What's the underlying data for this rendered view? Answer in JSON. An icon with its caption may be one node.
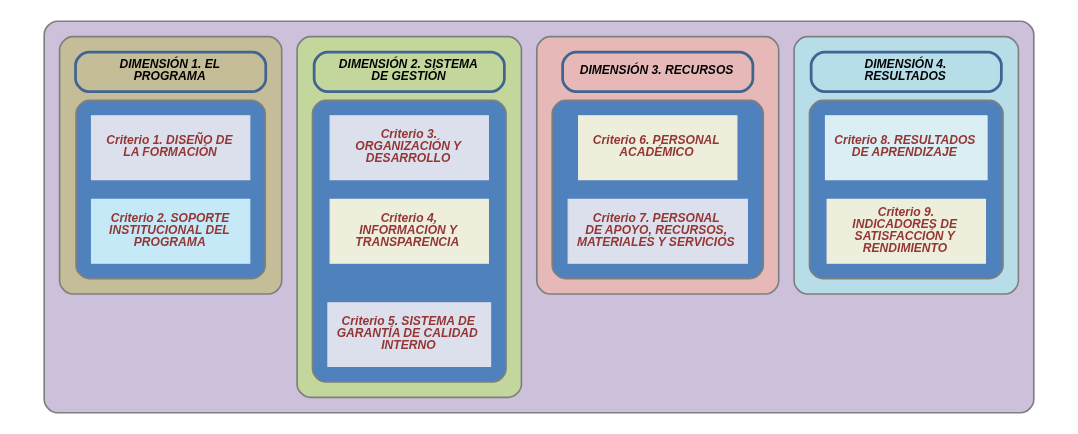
{
  "diagram": {
    "nodes": [
      {
        "text": [],
        "shape": "box"
      },
      {
        "text": [],
        "shape": "box",
        "in": 0
      },
      {
        "text": [
          "DIMENSIÓN 1. EL PROGRAMA"
        ],
        "in": 1
      },
      {
        "text": [],
        "shape": "box",
        "in": 1
      },
      {
        "text": [
          "Criterio 1. DISEÑO DE LA FORMACIÓN"
        ],
        "in": 3
      },
      {
        "text": [
          "Criterio 2. SOPORTE INSTITUCIONAL DEL PROGRAMA"
        ],
        "in": 3
      },
      {
        "text": [],
        "shape": "box",
        "in": 0
      },
      {
        "text": [
          "DIMENSIÓN 2. SISTEMA DE GESTIÓN"
        ],
        "in": 6
      },
      {
        "text": [],
        "shape": "box",
        "in": 6
      },
      {
        "text": [
          "Criterio 3. ORGANIZACIÓN Y DESARROLLO"
        ],
        "in": 8
      },
      {
        "text": [
          "Criterio 4. INFORMACIÓN Y TRANSPARENCIA"
        ],
        "in": 8
      },
      {
        "text": [
          "Criterio 5. SISTEMA DE GARANTÍA DE CALIDAD INTERNO"
        ],
        "in": 8
      },
      {
        "text": [],
        "shape": "box",
        "in": 0
      },
      {
        "text": [
          "DIMENSIÓN 3. RECURSOS"
        ],
        "in": 12
      },
      {
        "text": [],
        "shape": "box",
        "in": 12
      },
      {
        "text": [
          "Criterio 6. PERSONAL ACADÉMICO"
        ],
        "in": 14
      },
      {
        "text": [
          "Criterio 7. PERSONAL DE APOYO, RECURSOS, MATERIALES Y SERVICIOS"
        ],
        "in": 14
      },
      {
        "text": [],
        "shape": "box",
        "in": 0
      },
      {
        "text": [
          "DIMENSIÓN 4. RESULTADOS"
        ],
        "in": 17
      },
      {
        "text": [],
        "shape": "box",
        "in": 17
      },
      {
        "text": [
          "Criterio 8. RESULTADOS DE APRENDIZAJE"
        ],
        "in": 19
      },
      {
        "text": [
          "Criterio 9. INDICADORES DE SATISFACCIÓN Y RENDIMIENTO"
        ],
        "in": 19
      }
    ],
    "edges": []
  }
}
